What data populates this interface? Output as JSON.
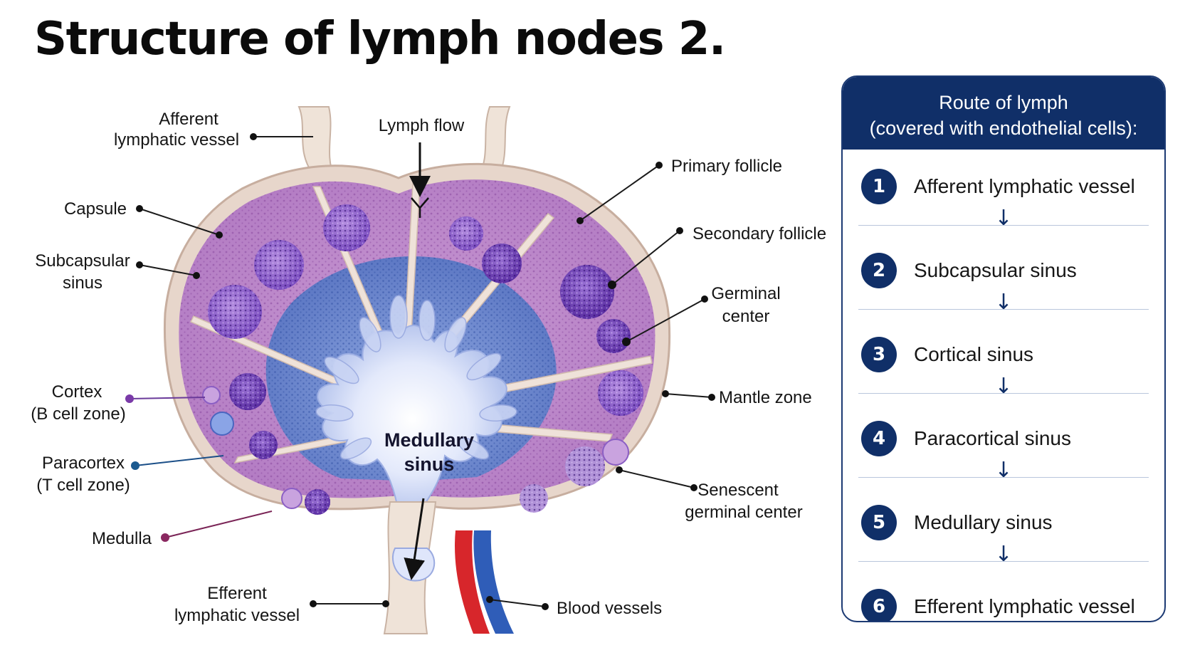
{
  "title": "Structure of lymph nodes 2.",
  "labels": {
    "afferent_vessel_line1": "Afferent",
    "afferent_vessel_line2": "lymphatic vessel",
    "lymph_flow": "Lymph flow",
    "capsule": "Capsule",
    "subcapsular_line1": "Subcapsular",
    "subcapsular_line2": "sinus",
    "cortex_line1": "Cortex",
    "cortex_line2": "(B cell zone)",
    "paracortex_line1": "Paracortex",
    "paracortex_line2": "(T cell zone)",
    "medulla": "Medulla",
    "efferent_line1": "Efferent",
    "efferent_line2": "lymphatic vessel",
    "primary_follicle": "Primary follicle",
    "secondary_follicle": "Secondary follicle",
    "germinal_line1": "Germinal",
    "germinal_line2": "center",
    "mantle_zone": "Mantle zone",
    "senescent_line1": "Senescent",
    "senescent_line2": "germinal center",
    "blood_vessels": "Blood vessels",
    "medullary_line1": "Medullary",
    "medullary_line2": "sinus"
  },
  "route": {
    "heading_line1": "Route of lymph",
    "heading_line2": "(covered with endothelial cells):",
    "steps": [
      {
        "number": "1",
        "label": "Afferent lymphatic vessel"
      },
      {
        "number": "2",
        "label": "Subcapsular sinus"
      },
      {
        "number": "3",
        "label": "Cortical sinus"
      },
      {
        "number": "4",
        "label": "Paracortical sinus"
      },
      {
        "number": "5",
        "label": "Medullary sinus"
      },
      {
        "number": "6",
        "label": "Efferent lymphatic vessel"
      }
    ]
  },
  "colors": {
    "capsule": "#ead9cf",
    "cortex": "#c58fcf",
    "paracortex": "#6f8fd2",
    "medullary_sinus": "#dfe6fb",
    "follicle": "#7a4cc0",
    "navy": "#102f68",
    "artery": "#d7262b",
    "vein": "#2f5db8"
  }
}
